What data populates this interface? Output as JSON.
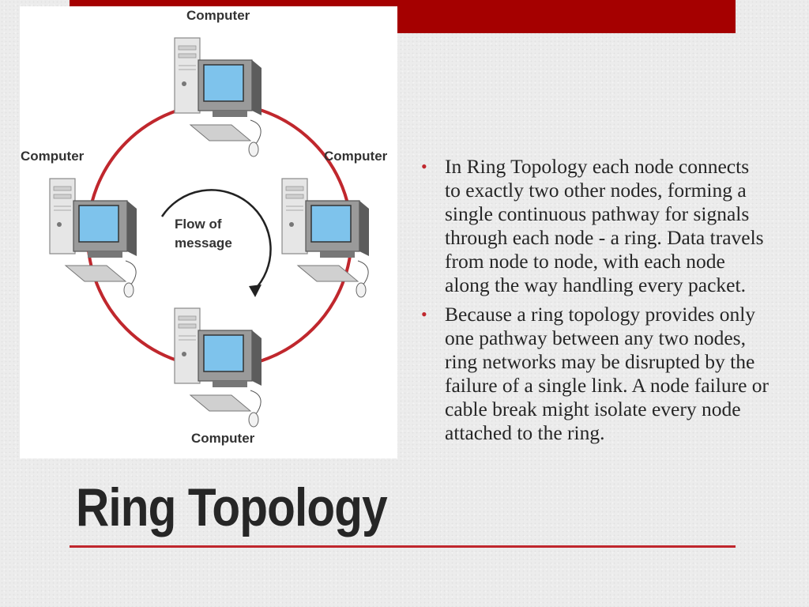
{
  "colors": {
    "accent": "#a50000",
    "ring": "#c0272d",
    "text": "#262626"
  },
  "diagram": {
    "labels": {
      "top": "Computer",
      "left": "Computer",
      "right": "Computer",
      "bottom": "Computer"
    },
    "flow": [
      "Flow of",
      "message"
    ]
  },
  "title": "Ring Topology",
  "bullets": [
    "In Ring Topology each node connects to exactly two other nodes, forming a single continuous pathway for signals through each node - a ring. Data travels from node to node, with each node along the way handling every packet.",
    "Because a ring topology provides only one pathway between any two nodes, ring networks may be disrupted by the failure of a single link. A node failure or cable break might isolate every node attached to the ring."
  ]
}
